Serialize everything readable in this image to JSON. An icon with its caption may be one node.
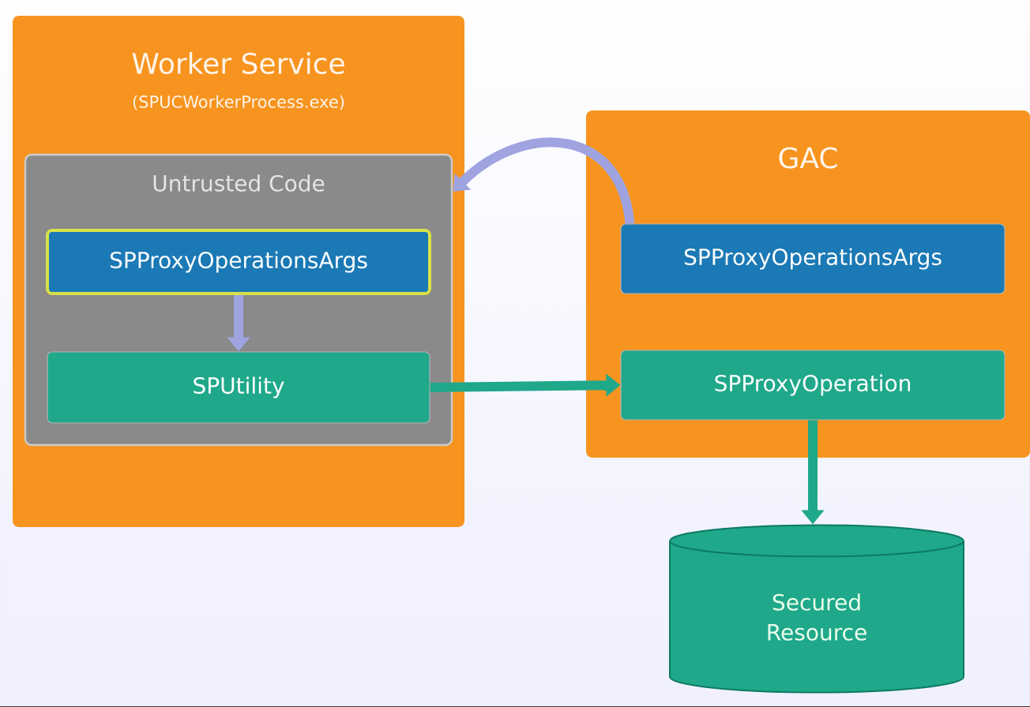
{
  "diagram": {
    "nodes": [
      {
        "text": [
          "Worker Service",
          "(SPUCWorkerProcess.exe)"
        ]
      },
      {
        "text": [
          "Untrusted Code"
        ],
        "in": 0
      },
      {
        "text": [
          "SPProxyOperationsArgs"
        ],
        "in": 1
      },
      {
        "text": [
          "SPUtility"
        ],
        "in": 1
      },
      {
        "text": [
          "GAC"
        ]
      },
      {
        "text": [
          "SPProxyOperationsArgs"
        ],
        "in": 4
      },
      {
        "text": [
          "SPProxyOperation"
        ],
        "in": 4
      },
      {
        "text": [
          "Secured Resource"
        ]
      }
    ],
    "edges": [
      {
        "from": 5,
        "to": 1,
        "arrow": "to",
        "color": "#9fa3e0"
      },
      {
        "from": 2,
        "to": 3,
        "arrow": "to",
        "color": "#9fa3e0"
      },
      {
        "from": 3,
        "to": 6,
        "arrow": "to",
        "color": "#1fa88a"
      },
      {
        "from": 6,
        "to": 7,
        "arrow": "to",
        "color": "#1fa88a"
      }
    ]
  }
}
